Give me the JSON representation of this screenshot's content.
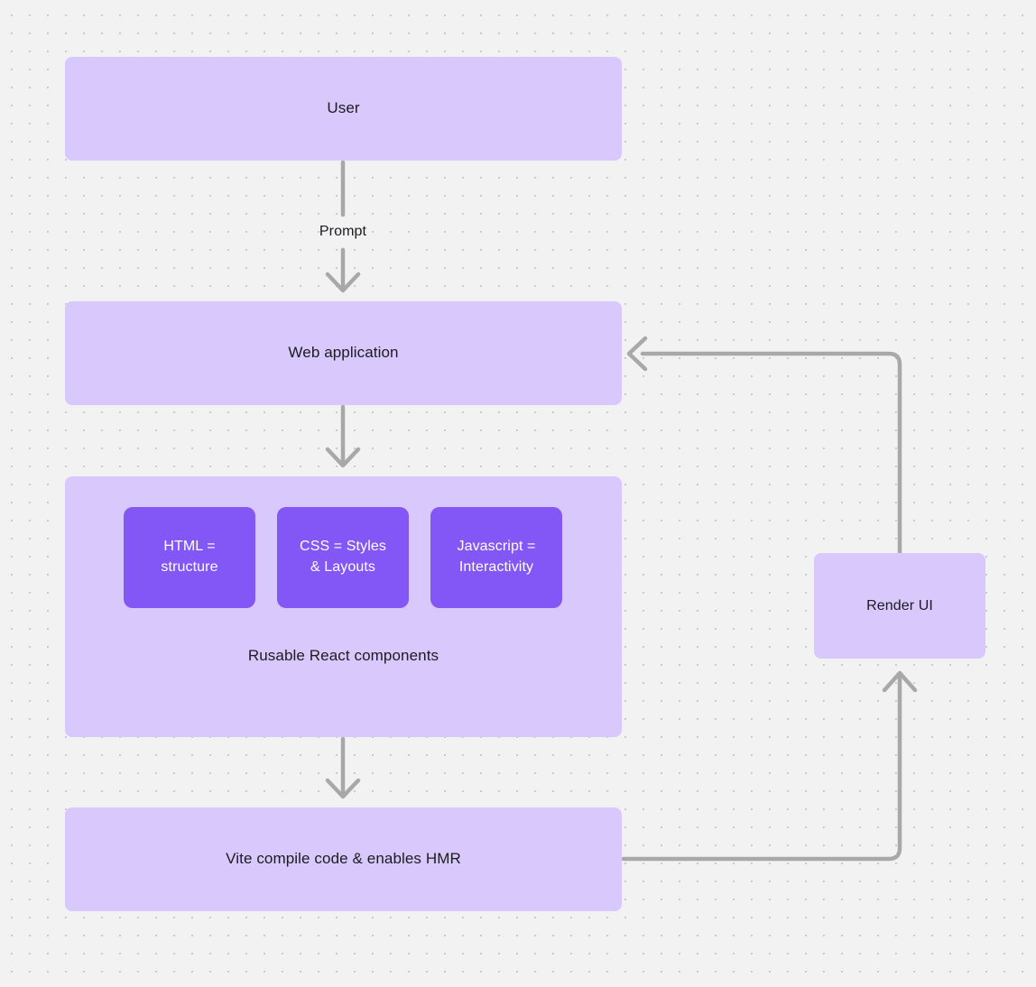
{
  "diagram": {
    "type": "flowchart",
    "background": "#f2f2f2",
    "node_fill": "#d8c8fb",
    "chip_fill": "#8257f5",
    "edge_color": "#a8a8a8",
    "text_color": "#1c1b22",
    "nodes": [
      {
        "id": "user",
        "label": "User"
      },
      {
        "id": "webapp",
        "label": "Web application"
      },
      {
        "id": "components",
        "label": "Rusable React components"
      },
      {
        "id": "vite",
        "label": "Vite compile code & enables HMR"
      },
      {
        "id": "render",
        "label": "Render UI"
      }
    ],
    "chips": [
      {
        "id": "html",
        "label": "HTML =\nstructure"
      },
      {
        "id": "css",
        "label": "CSS = Styles\n& Layouts"
      },
      {
        "id": "js",
        "label": "Javascript =\nInteractivity"
      }
    ],
    "chip_lines": {
      "html_l1": "HTML =",
      "html_l2": "structure",
      "css_l1": "CSS = Styles",
      "css_l2": "& Layouts",
      "js_l1": "Javascript =",
      "js_l2": "Interactivity"
    },
    "edges": [
      {
        "from": "user",
        "to": "webapp",
        "label": "Prompt"
      },
      {
        "from": "webapp",
        "to": "components",
        "label": ""
      },
      {
        "from": "components",
        "to": "vite",
        "label": ""
      },
      {
        "from": "vite",
        "to": "render",
        "label": ""
      },
      {
        "from": "render",
        "to": "webapp",
        "label": ""
      }
    ],
    "edge_labels": {
      "prompt": "Prompt"
    }
  }
}
